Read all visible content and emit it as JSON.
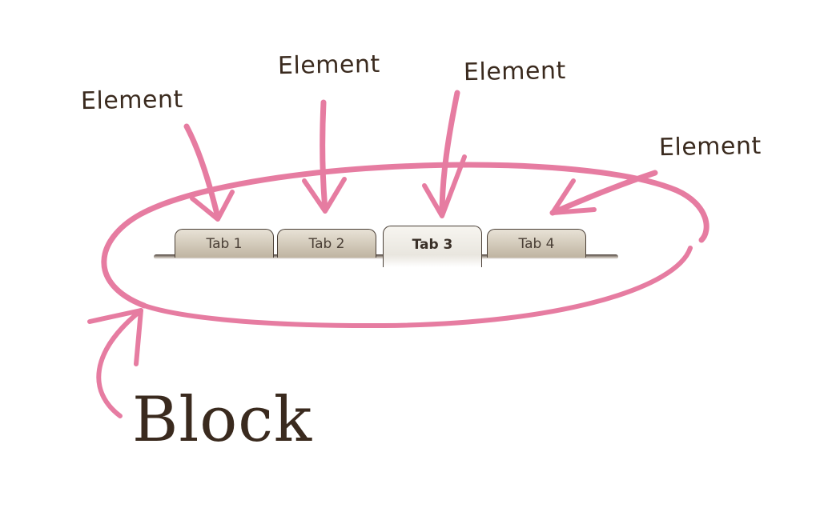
{
  "annotations": {
    "element_labels": [
      "Element",
      "Element",
      "Element",
      "Element"
    ],
    "block_label": "Block"
  },
  "tabs": [
    {
      "label": "Tab 1",
      "active": false
    },
    {
      "label": "Tab 2",
      "active": false
    },
    {
      "label": "Tab 3",
      "active": true
    },
    {
      "label": "Tab 4",
      "active": false
    }
  ],
  "colors": {
    "annotation_stroke": "#e36a95",
    "handwriting": "#3a2a1e",
    "tab_fill": "#c9bfae",
    "tab_active_fill": "#f4f2ec",
    "tab_border": "#4a3f36"
  }
}
